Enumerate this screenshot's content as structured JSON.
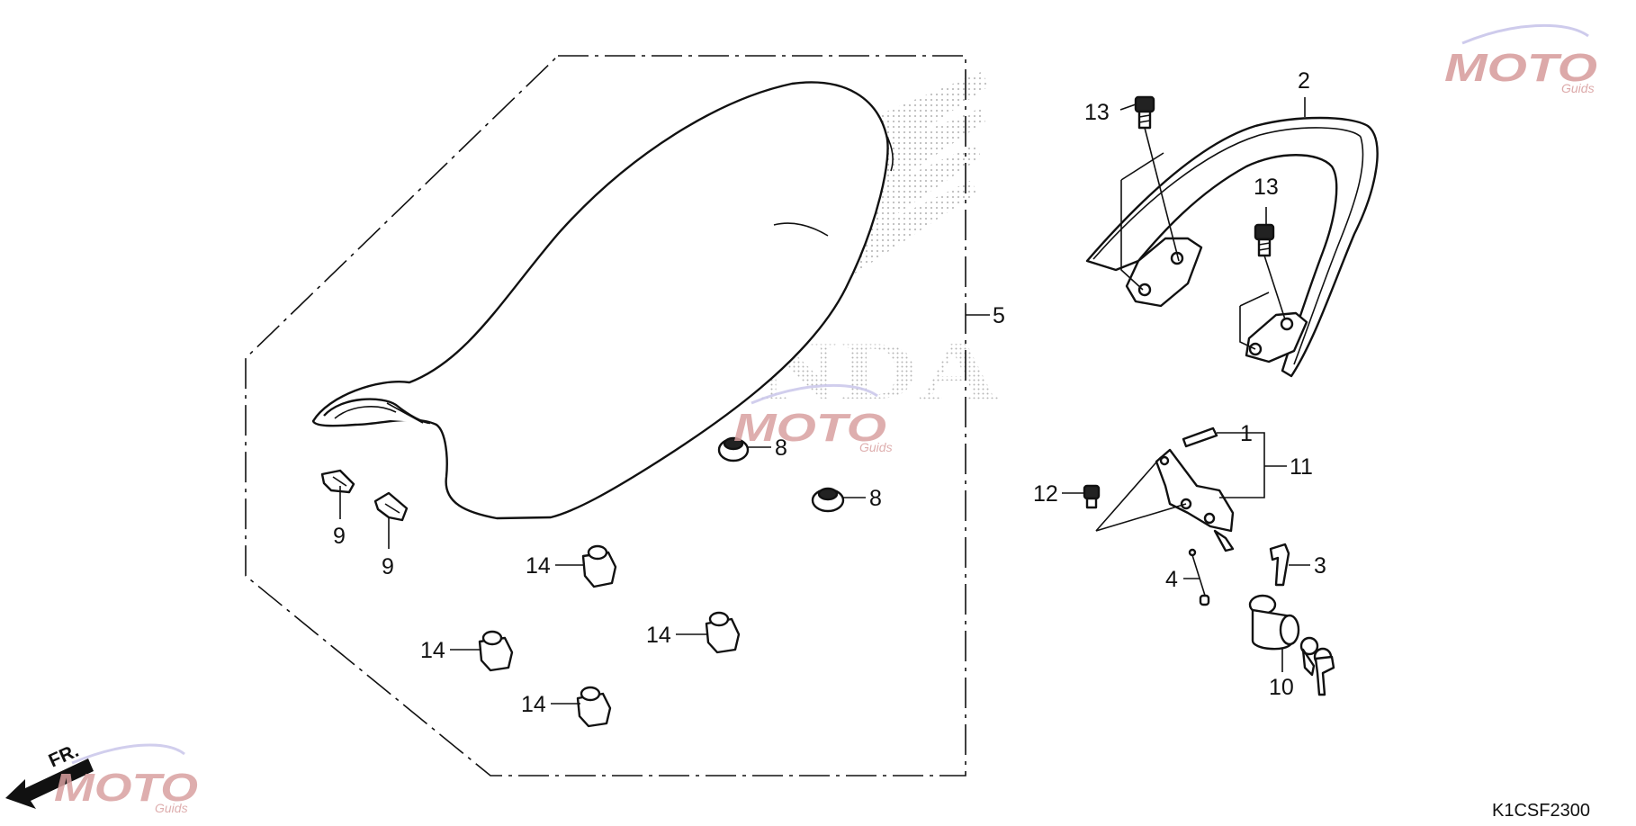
{
  "diagram": {
    "callouts": {
      "c1": "1",
      "c2": "2",
      "c3": "3",
      "c4": "4",
      "c5": "5",
      "c8a": "8",
      "c8b": "8",
      "c9a": "9",
      "c9b": "9",
      "c10": "10",
      "c11": "11",
      "c12": "12",
      "c13a": "13",
      "c13b": "13",
      "c14a": "14",
      "c14b": "14",
      "c14c": "14",
      "c14d": "14"
    },
    "background_mark": "HONDA",
    "front_indicator": "FR.",
    "diagram_code": "K1CSF2300"
  },
  "watermark": {
    "brand": "MOTO",
    "sub": "Guids"
  },
  "colors": {
    "line": "#111111",
    "watermark_red": "#d9a0a0",
    "watermark_grey": "#c8c8c8",
    "watermark_blue": "#c9c6ea",
    "halftone": "#b8b8b8"
  }
}
